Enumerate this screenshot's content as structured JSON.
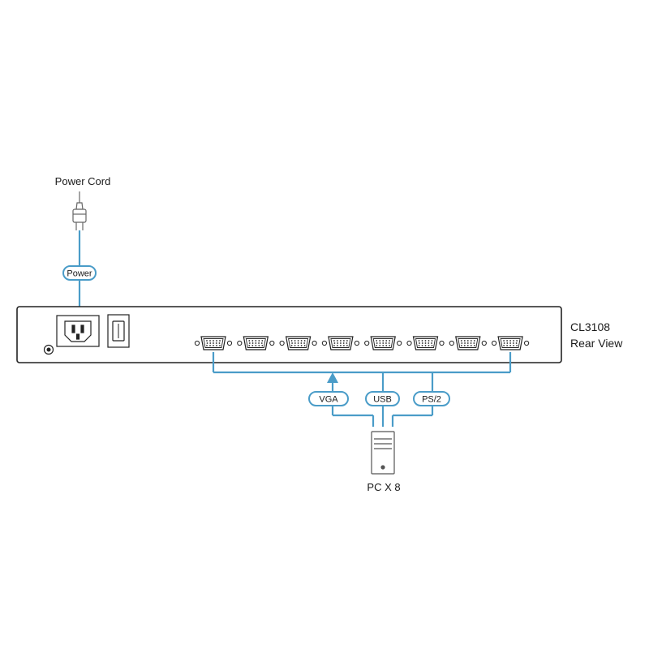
{
  "labels": {
    "power_cord": "Power Cord",
    "power_tag": "Power",
    "model": "CL3108",
    "view": "Rear View",
    "vga_tag": "VGA",
    "usb_tag": "USB",
    "ps2_tag": "PS/2",
    "pc_count": "PC X 8"
  },
  "colors": {
    "cable": "#4a9cc8",
    "outline": "#222222",
    "background": "#ffffff"
  },
  "ports": {
    "count": 8,
    "type": "db15-kvm-port"
  },
  "icons": {
    "plug": "power-plug-icon",
    "inlet": "power-inlet-icon",
    "switch": "power-switch-icon",
    "ground": "ground-screw-icon",
    "computer": "pc-tower-icon"
  }
}
